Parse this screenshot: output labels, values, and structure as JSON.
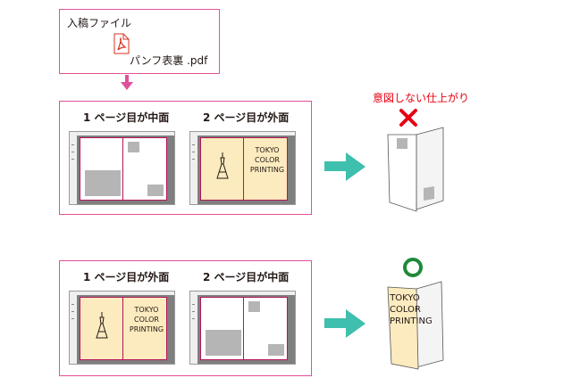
{
  "file": {
    "label": "入稿ファイル",
    "filename": "パンフ表裏 .pdf",
    "icon": "pdf-icon"
  },
  "rows": [
    {
      "left": {
        "heading": "1 ページ目が中面",
        "content": "inside"
      },
      "right": {
        "heading": "2 ページ目が外面",
        "content": "outside",
        "brand_lines": [
          "TOKYO",
          "COLOR",
          "PRINTING"
        ]
      },
      "result": {
        "label": "意図しない仕上がり",
        "mark": "x-mark",
        "mark_color": "#e60012"
      }
    },
    {
      "left": {
        "heading": "1 ページ目が外面",
        "content": "outside",
        "brand_lines": [
          "TOKYO",
          "COLOR",
          "PRINTING"
        ]
      },
      "right": {
        "heading": "2 ページ目が中面",
        "content": "inside"
      },
      "result": {
        "label": "",
        "mark": "o-mark",
        "mark_color": "#1f8a3a",
        "brand_lines": [
          "TOKYO",
          "COLOR",
          "PRINTING"
        ]
      }
    }
  ],
  "colors": {
    "frame": "#e0509a",
    "page_border": "#b4145a",
    "cream": "#fcebbe",
    "arrow_teal": "#3fbfad",
    "arrow_pink": "#e0509a"
  }
}
